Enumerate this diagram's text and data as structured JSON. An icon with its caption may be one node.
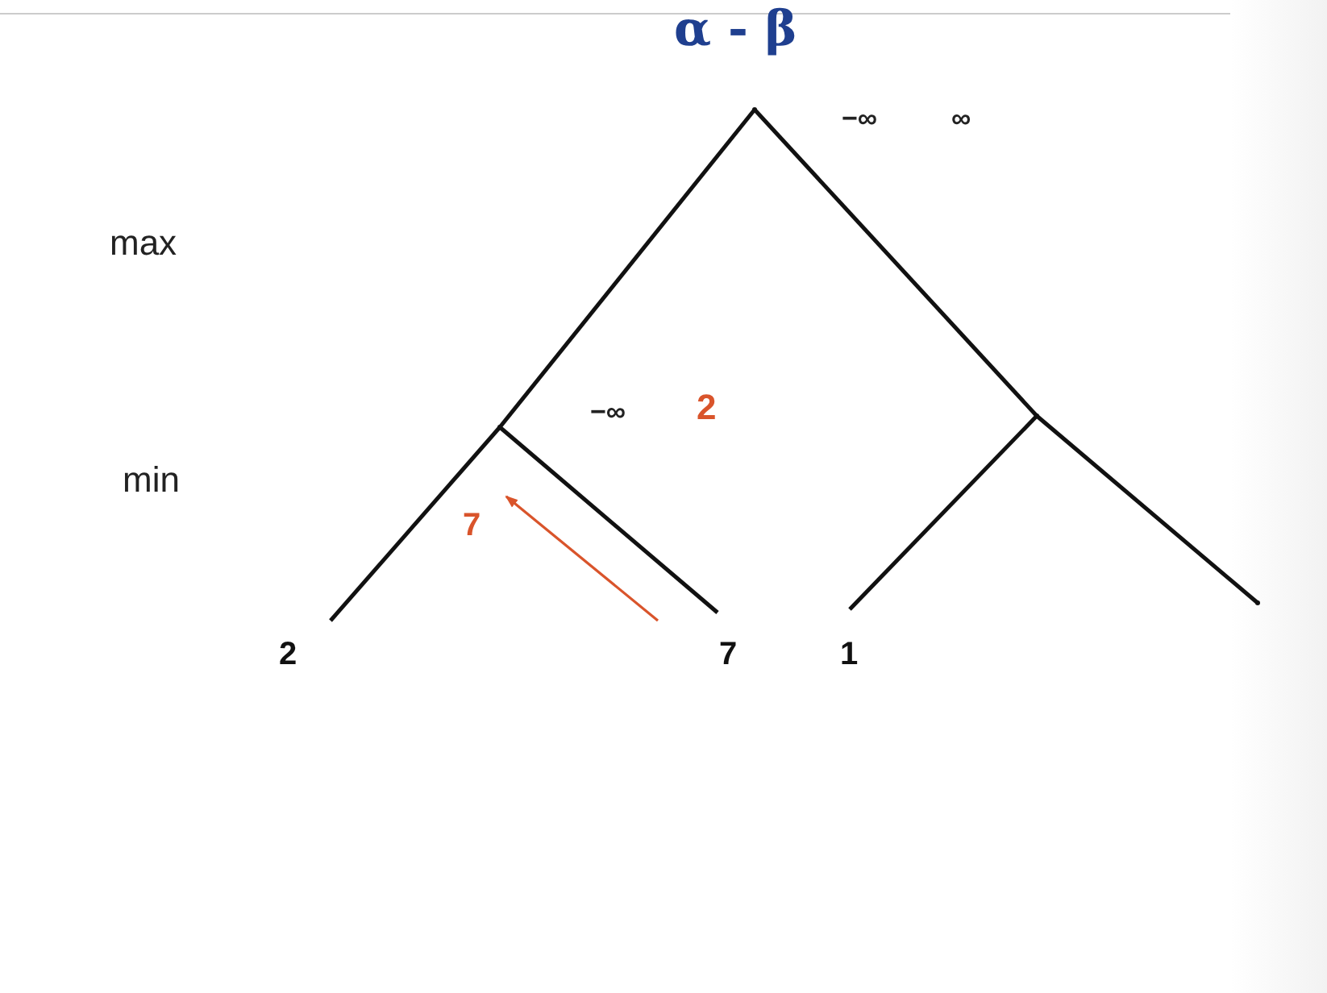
{
  "diagram": {
    "title": "α - β",
    "nodes": [
      {
        "text": [],
        "shape": "point",
        "beside": [
          "−∞",
          "∞"
        ]
      },
      {
        "text": [],
        "shape": "point",
        "beside": [
          "−∞",
          "2"
        ]
      },
      {
        "text": [],
        "shape": "point"
      },
      {
        "text": [
          "2"
        ]
      },
      {
        "text": [
          "7"
        ]
      },
      {
        "text": [
          "1"
        ]
      },
      {
        "text": [],
        "shape": "point"
      }
    ],
    "edges": [
      {
        "from": 0,
        "to": 1,
        "arrow": "none"
      },
      {
        "from": 0,
        "to": 2,
        "arrow": "none"
      },
      {
        "from": 1,
        "to": 3,
        "arrow": "none"
      },
      {
        "from": 1,
        "to": 4,
        "arrow": "none"
      },
      {
        "from": 2,
        "to": 5,
        "arrow": "none"
      },
      {
        "from": 2,
        "to": 6,
        "arrow": "none"
      },
      {
        "from": 4,
        "to": 1,
        "arrow": "to",
        "label": "7",
        "color": "#d9542b"
      }
    ],
    "labels": [
      "max",
      "min"
    ]
  }
}
